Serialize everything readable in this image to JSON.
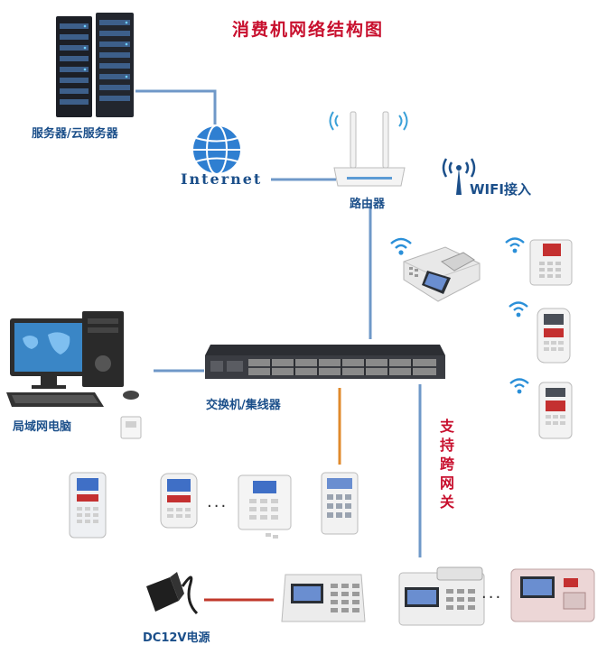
{
  "title": "消费机网络结构图",
  "labels": {
    "server": "服务器/云服务器",
    "internet": "Internet",
    "router": "路由器",
    "wifi": "WIFI接入",
    "lan_pc": "局域网电脑",
    "switch": "交换机/集线器",
    "cross_segment": [
      "支",
      "持",
      "跨",
      "网",
      "关"
    ],
    "power": "DC12V电源"
  },
  "ellipsis": "···",
  "colors": {
    "title": "#c8102e",
    "label": "#1b4f8a",
    "network_line": "#6f98c8",
    "power_line_orange": "#e08a2c",
    "power_line_red": "#c0392b"
  }
}
